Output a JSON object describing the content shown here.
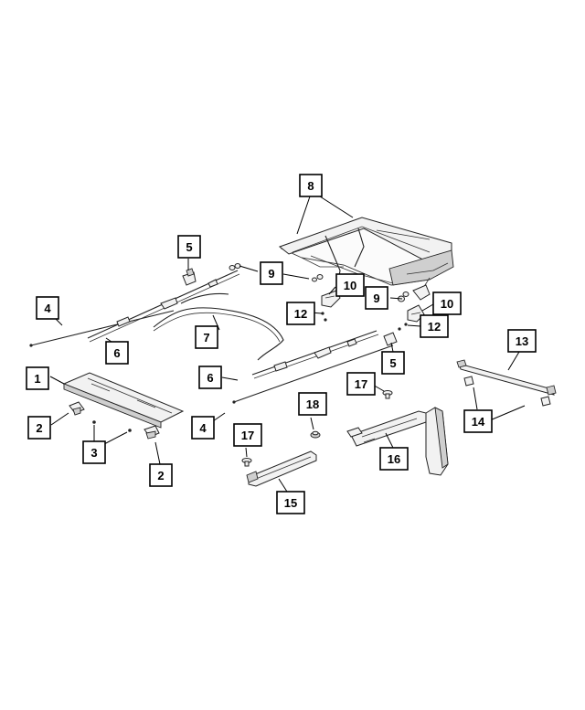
{
  "callouts": {
    "c1": "1",
    "c2a": "2",
    "c2b": "2",
    "c3": "3",
    "c4a": "4",
    "c4b": "4",
    "c5a": "5",
    "c5b": "5",
    "c6a": "6",
    "c6b": "6",
    "c7": "7",
    "c8": "8",
    "c9a": "9",
    "c9b": "9",
    "c10a": "10",
    "c10b": "10",
    "c12a": "12",
    "c12b": "12",
    "c13": "13",
    "c14": "14",
    "c15": "15",
    "c16": "16",
    "c17a": "17",
    "c17b": "17",
    "c18": "18"
  }
}
